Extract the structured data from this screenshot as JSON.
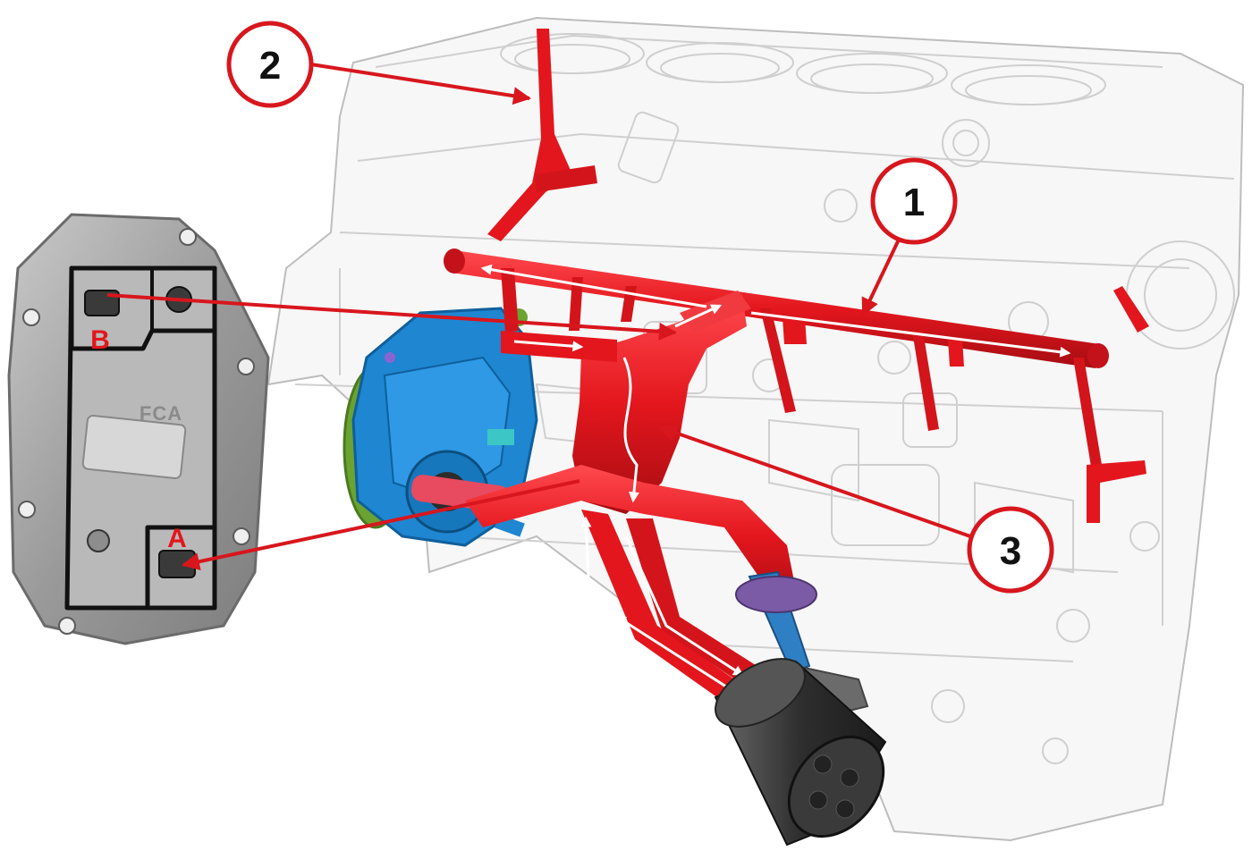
{
  "callouts": [
    {
      "number": "1"
    },
    {
      "number": "2"
    },
    {
      "number": "3"
    }
  ],
  "cooler_plate": {
    "port_a": "A",
    "port_b": "B",
    "logo_text": "FCA"
  },
  "colors": {
    "oil_passage": "#e3161d",
    "callout_ring": "#d8161d",
    "pump_body": "#1f86d1",
    "engine_block_lines": "#c9c9c9",
    "filter_body": "#3b3b3b",
    "plate_metal": "#a8a8a8",
    "gasket": "#1a1a1a"
  },
  "icons": {
    "oil_pump": "oil-pump-icon",
    "oil_filter": "oil-filter-icon",
    "engine_block": "engine-block-icon",
    "cooler_plate": "oil-cooler-plate-icon"
  }
}
